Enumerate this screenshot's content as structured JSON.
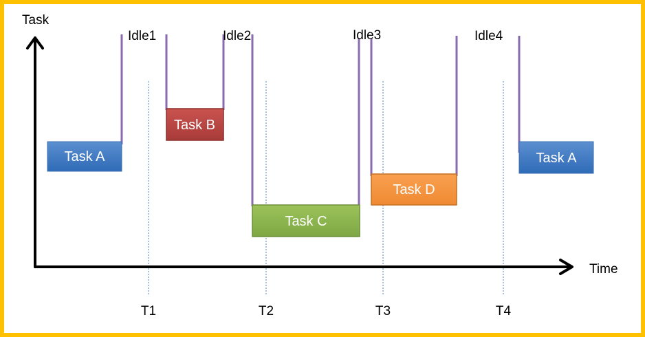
{
  "axes": {
    "y_label": "Task",
    "x_label": "Time"
  },
  "time_marks": [
    "T1",
    "T2",
    "T3",
    "T4"
  ],
  "idle_labels": [
    "Idle1",
    "Idle2",
    "Idle3",
    "Idle4"
  ],
  "tasks": [
    {
      "label": "Task A",
      "color": "#4f81bd"
    },
    {
      "label": "Task B",
      "color": "#c0504d"
    },
    {
      "label": "Task C",
      "color": "#9bbb59"
    },
    {
      "label": "Task D",
      "color": "#f79646"
    },
    {
      "label": "Task A",
      "color": "#4f81bd"
    }
  ],
  "colors": {
    "frame": "#ffc000",
    "idle_line": "#8064a2",
    "time_mark_line": "#4f81bd",
    "axis": "#000000"
  }
}
